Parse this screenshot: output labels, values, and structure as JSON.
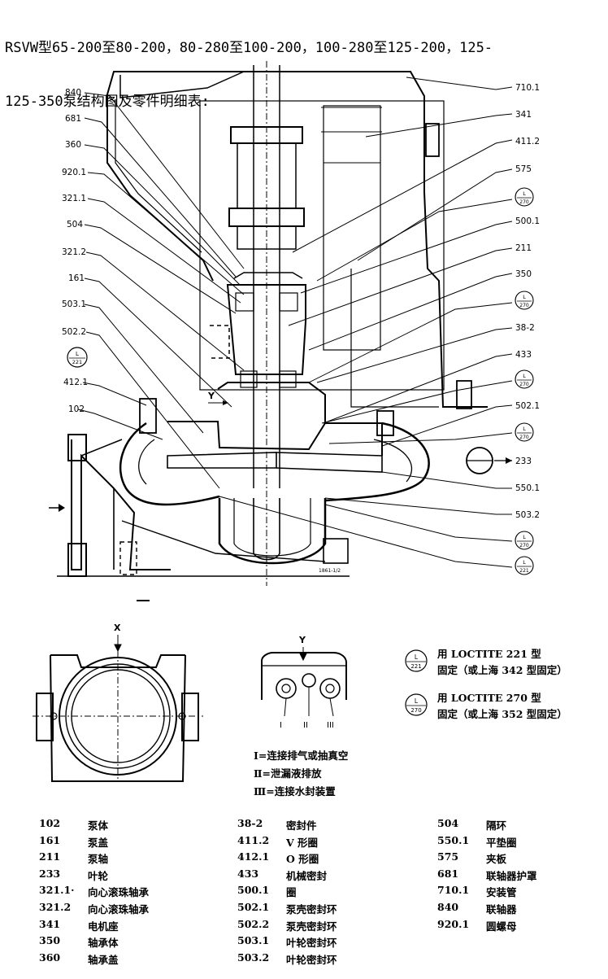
{
  "title": {
    "line1": "RSVW型65-200至80-200，80-280至100-200，100-280至125-200，125-",
    "line2": "125-350泵结构图及零件明细表:"
  },
  "callouts_left": [
    "840",
    "681",
    "360",
    "920.1",
    "321.1",
    "504",
    "321.2",
    "161",
    "503.1",
    "502.2",
    "412.1",
    "102"
  ],
  "callouts_right": [
    "710.1",
    "341",
    "411.2",
    "575",
    "500.1",
    "211",
    "350",
    "38-2",
    "433",
    "502.1",
    "233",
    "550.1",
    "503.2"
  ],
  "loctite_badges": {
    "l221": "221",
    "l270": "270",
    "letter": "L"
  },
  "axis_labels": {
    "y_main": "Y",
    "x_view": "X",
    "y_view": "Y",
    "roman_1": "I",
    "roman_2": "II",
    "roman_3": "III"
  },
  "small_label": "1861-1/2",
  "legend": {
    "l221_line1": "用 LOCTITE 221 型",
    "l221_line2": "固定（或上海 342 型固定）",
    "l270_line1": "用 LOCTITE 270 型",
    "l270_line2": "固定（或上海 352 型固定）"
  },
  "connections": [
    "Ⅰ=连接排气或抽真空",
    "Ⅱ=泄漏液排放",
    "Ⅲ=连接水封装置"
  ],
  "parts": {
    "col1": [
      {
        "no": "102",
        "name": "泵体"
      },
      {
        "no": "161",
        "name": "泵盖"
      },
      {
        "no": "211",
        "name": "泵轴"
      },
      {
        "no": "233",
        "name": "叶轮"
      },
      {
        "no": "321.1·",
        "name": "向心滚珠轴承"
      },
      {
        "no": "321.2",
        "name": "向心滚珠轴承"
      },
      {
        "no": "341",
        "name": "电机座"
      },
      {
        "no": "350",
        "name": "轴承体"
      },
      {
        "no": "360",
        "name": "轴承盖"
      }
    ],
    "col2": [
      {
        "no": "38-2",
        "name": "密封件"
      },
      {
        "no": "411.2",
        "name": "V 形圈"
      },
      {
        "no": "412.1",
        "name": "O 形圈"
      },
      {
        "no": "433",
        "name": "机械密封"
      },
      {
        "no": "500.1",
        "name": "圈"
      },
      {
        "no": "502.1",
        "name": "泵壳密封环"
      },
      {
        "no": "502.2",
        "name": "泵壳密封环"
      },
      {
        "no": "503.1",
        "name": "叶轮密封环"
      },
      {
        "no": "503.2",
        "name": "叶轮密封环"
      }
    ],
    "col3": [
      {
        "no": "504",
        "name": "隔环"
      },
      {
        "no": "550.1",
        "name": "平垫圈"
      },
      {
        "no": "575",
        "name": "夹板"
      },
      {
        "no": "681",
        "name": "联轴器护罩"
      },
      {
        "no": "710.1",
        "name": "安装管"
      },
      {
        "no": "840",
        "name": "联轴器"
      },
      {
        "no": "920.1",
        "name": "圆螺母"
      }
    ]
  }
}
